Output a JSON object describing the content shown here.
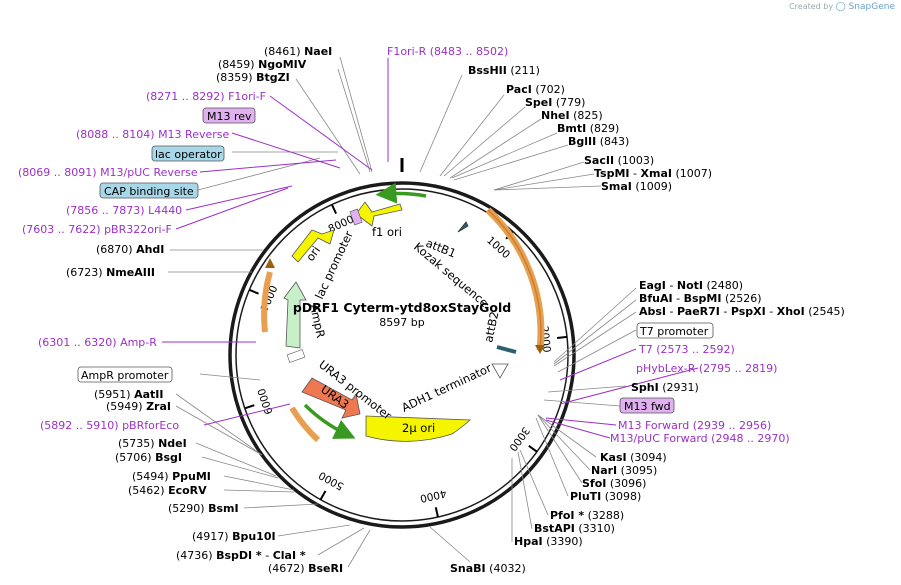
{
  "watermark": {
    "prefix": "Created by",
    "brand": "SnapGene"
  },
  "plasmid": {
    "name": "pDRF1 Cyterm-ytd8oxStayGold",
    "size": "8597 bp"
  },
  "ticks": [
    "1000",
    "2000",
    "3000",
    "4000",
    "5000",
    "6000",
    "7000",
    "8000"
  ],
  "features": {
    "f1_ori": "f1 ori",
    "attB1": "attB1",
    "kozak": "Kozak sequence",
    "attB2": "attB2",
    "lac_promoter": "lac promoter",
    "ori": "ori",
    "ampR": "AmpR",
    "ura3_promoter": "URA3 promoter",
    "ura3": "URA3",
    "adh1_terminator": "ADH1 terminator",
    "two_micron_ori": "2μ ori"
  },
  "labels": {
    "naeI": {
      "pre": "(8461)",
      "name": "NaeI"
    },
    "ngoMIV": {
      "pre": "(8459)",
      "name": "NgoMIV"
    },
    "btgZI": {
      "pre": "(8359)",
      "name": "BtgZI"
    },
    "f1ori_r": {
      "name": "F1ori-R",
      "range": "(8483 .. 8502)"
    },
    "bssHII": {
      "name": "BssHII",
      "post": "(211)"
    },
    "f1ori_f": {
      "range": "(8271 .. 8292)",
      "name": "F1ori-F"
    },
    "m13rev": {
      "name": "M13 rev"
    },
    "m13reverse": {
      "range": "(8088 .. 8104)",
      "name": "M13 Reverse"
    },
    "lacop": {
      "name": "lac operator"
    },
    "m13puc_rev": {
      "range": "(8069 .. 8091)",
      "name": "M13/pUC Reverse"
    },
    "cap": {
      "name": "CAP binding site"
    },
    "l4440": {
      "range": "(7856 .. 7873)",
      "name": "L4440"
    },
    "pbr322": {
      "range": "(7603 .. 7622)",
      "name": "pBR322ori-F"
    },
    "ahdI": {
      "pre": "(6870)",
      "name": "AhdI"
    },
    "nmeAIII": {
      "pre": "(6723)",
      "name": "NmeAIII"
    },
    "ampR_primer": {
      "range": "(6301 .. 6320)",
      "name": "Amp-R"
    },
    "ampR_promoter": {
      "name": "AmpR promoter"
    },
    "aatII": {
      "pre": "(5951)",
      "name": "AatII"
    },
    "zraI": {
      "pre": "(5949)",
      "name": "ZraI"
    },
    "pbrforeco": {
      "range": "(5892 .. 5910)",
      "name": "pBRforEco"
    },
    "ndeI": {
      "pre": "(5735)",
      "name": "NdeI"
    },
    "bsgI": {
      "pre": "(5706)",
      "name": "BsgI"
    },
    "ppuMI": {
      "pre": "(5494)",
      "name": "PpuMI"
    },
    "ecoRV": {
      "pre": "(5462)",
      "name": "EcoRV"
    },
    "bsmI": {
      "pre": "(5290)",
      "name": "BsmI"
    },
    "bpu10I": {
      "pre": "(4917)",
      "name": "Bpu10I"
    },
    "bspDI": {
      "pre": "(4736)",
      "name": "BspDI *",
      "sep": "-",
      "name2": "ClaI *"
    },
    "bseRI": {
      "pre": "(4672)",
      "name": "BseRI"
    },
    "snaBI": {
      "name": "SnaBI",
      "post": "(4032)"
    },
    "pacI": {
      "name": "PacI",
      "post": "(702)"
    },
    "speI": {
      "name": "SpeI",
      "post": "(779)"
    },
    "nheI": {
      "name": "NheI",
      "post": "(825)"
    },
    "bmtI": {
      "name": "BmtI",
      "post": "(829)"
    },
    "bglII": {
      "name": "BglII",
      "post": "(843)"
    },
    "sacII": {
      "name": "SacII",
      "post": "(1003)"
    },
    "tspMI": {
      "name": "TspMI",
      "sep": "-",
      "name2": "XmaI",
      "post": "(1007)"
    },
    "smaI": {
      "name": "SmaI",
      "post": "(1009)"
    },
    "eagI": {
      "name": "EagI",
      "sep": "-",
      "name2": "NotI",
      "post": "(2480)"
    },
    "bfuAI": {
      "name": "BfuAI",
      "sep": "-",
      "name2": "BspMI",
      "post": "(2526)"
    },
    "absI": {
      "name": "AbsI",
      "sep": "-",
      "name2": "PaeR7I",
      "sep2": "-",
      "name3": "PspXI",
      "sep3": "-",
      "name4": "XhoI",
      "post": "(2545)"
    },
    "t7prom": {
      "name": "T7 promoter"
    },
    "t7": {
      "name": "T7",
      "range": "(2573 .. 2592)"
    },
    "phyblex": {
      "name": "pHybLex-R",
      "range": "(2795 .. 2819)"
    },
    "sphI": {
      "name": "SphI",
      "post": "(2931)"
    },
    "m13fwd": {
      "name": "M13 fwd"
    },
    "m13forward": {
      "name": "M13 Forward",
      "range": "(2939 .. 2956)"
    },
    "m13puc_fwd": {
      "name": "M13/pUC Forward",
      "range": "(2948 .. 2970)"
    },
    "kasI": {
      "name": "KasI",
      "post": "(3094)"
    },
    "narI": {
      "name": "NarI",
      "post": "(3095)"
    },
    "sfoI": {
      "name": "SfoI",
      "post": "(3096)"
    },
    "pluTI": {
      "name": "PluTI",
      "post": "(3098)"
    },
    "pfoI": {
      "name": "PfoI *",
      "post": "(3288)"
    },
    "bstAPI": {
      "name": "BstAPI",
      "post": "(3310)"
    },
    "hpaI": {
      "name": "HpaI",
      "post": "(3390)"
    }
  },
  "colors": {
    "backbone": "#1a1a1a",
    "primer": "#9b30c8",
    "ori": "#f5f500",
    "ampR": "#c8f0c8",
    "ura3": "#f07850",
    "misc_green": "#3a9a20",
    "orange_feature": "#e8a050",
    "tag_cyan": "#a8d8e8",
    "tag_violet": "#e0b0f0"
  }
}
